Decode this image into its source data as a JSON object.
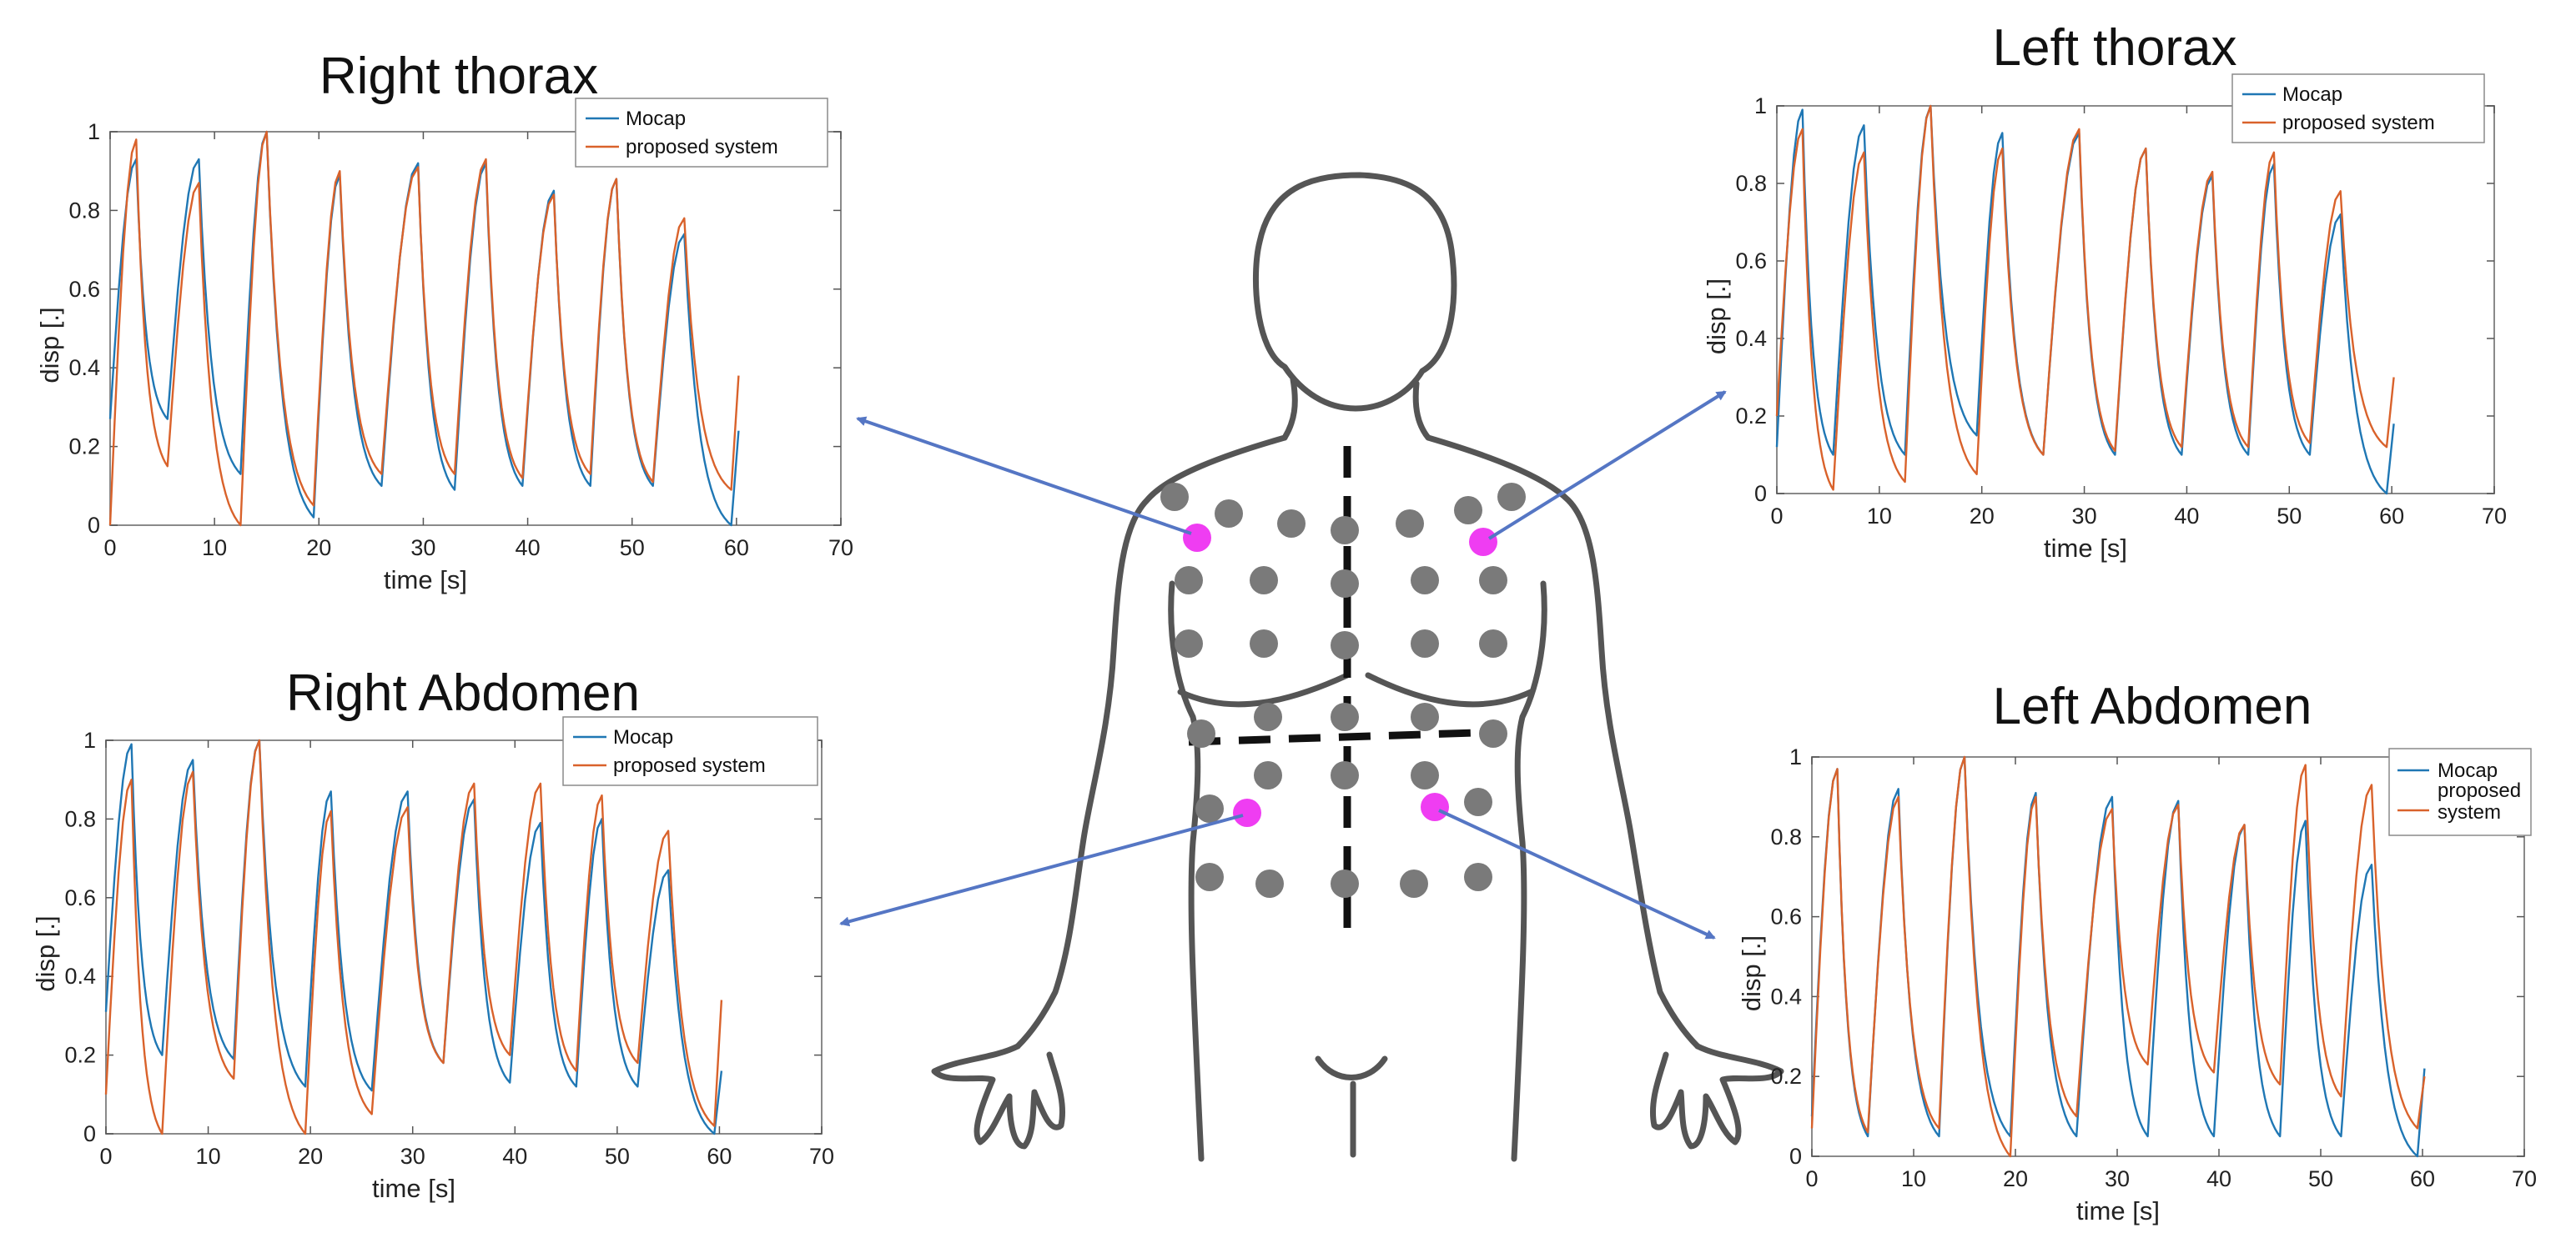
{
  "colors": {
    "mocap": "#1f77b4",
    "proposed": "#d9622b",
    "arrow": "#5576c4",
    "gray_marker": "#7a7a7a",
    "magenta_marker": "#ef3df2",
    "body_outline": "#555555"
  },
  "chart_data": [
    {
      "type": "line",
      "title": "Right thorax",
      "xlabel": "time [s]",
      "ylabel": "disp   [.]",
      "xlim": [
        0,
        70
      ],
      "ylim": [
        0,
        1
      ],
      "xticks": [
        0,
        10,
        20,
        30,
        40,
        50,
        60,
        70
      ],
      "yticks": [
        0,
        0.2,
        0.4,
        0.6,
        0.8,
        1
      ],
      "grid": false,
      "legend": "top-right",
      "series": [
        {
          "name": "Mocap",
          "peaks": [
            [
              2.5,
              0.93
            ],
            [
              8.5,
              0.93
            ],
            [
              15,
              1.0
            ],
            [
              22,
              0.89
            ],
            [
              29.5,
              0.92
            ],
            [
              36,
              0.92
            ],
            [
              42.5,
              0.85
            ],
            [
              48.5,
              0.88
            ],
            [
              55,
              0.74
            ]
          ],
          "troughs": [
            [
              0,
              0.27
            ],
            [
              5.5,
              0.27
            ],
            [
              12.5,
              0.13
            ],
            [
              19.5,
              0.02
            ],
            [
              26,
              0.1
            ],
            [
              33,
              0.09
            ],
            [
              39.5,
              0.1
            ],
            [
              46,
              0.1
            ],
            [
              52,
              0.1
            ],
            [
              59.5,
              0.0
            ]
          ],
          "end": [
            60.2,
            0.24
          ]
        },
        {
          "name": "proposed system",
          "peaks": [
            [
              2.5,
              0.98
            ],
            [
              8.5,
              0.87
            ],
            [
              15,
              1.0
            ],
            [
              22,
              0.9
            ],
            [
              29.5,
              0.91
            ],
            [
              36,
              0.93
            ],
            [
              42.5,
              0.84
            ],
            [
              48.5,
              0.88
            ],
            [
              55,
              0.78
            ]
          ],
          "troughs": [
            [
              0,
              0.0
            ],
            [
              5.5,
              0.15
            ],
            [
              12.5,
              0.0
            ],
            [
              19.5,
              0.05
            ],
            [
              26,
              0.13
            ],
            [
              33,
              0.13
            ],
            [
              39.5,
              0.12
            ],
            [
              46,
              0.13
            ],
            [
              52,
              0.11
            ],
            [
              59.5,
              0.09
            ]
          ],
          "end": [
            60.2,
            0.38
          ]
        }
      ]
    },
    {
      "type": "line",
      "title": "Left thorax",
      "xlabel": "time [s]",
      "ylabel": "disp   [.]",
      "xlim": [
        0,
        70
      ],
      "ylim": [
        0,
        1
      ],
      "xticks": [
        0,
        10,
        20,
        30,
        40,
        50,
        60,
        70
      ],
      "yticks": [
        0,
        0.2,
        0.4,
        0.6,
        0.8,
        1
      ],
      "grid": false,
      "legend": "top-right",
      "series": [
        {
          "name": "Mocap",
          "peaks": [
            [
              2.5,
              0.99
            ],
            [
              8.5,
              0.95
            ],
            [
              15,
              1.0
            ],
            [
              22,
              0.93
            ],
            [
              29.5,
              0.93
            ],
            [
              36,
              0.89
            ],
            [
              42.5,
              0.82
            ],
            [
              48.5,
              0.85
            ],
            [
              55,
              0.72
            ]
          ],
          "troughs": [
            [
              0,
              0.12
            ],
            [
              5.5,
              0.1
            ],
            [
              12.5,
              0.1
            ],
            [
              19.5,
              0.15
            ],
            [
              26,
              0.1
            ],
            [
              33,
              0.1
            ],
            [
              39.5,
              0.1
            ],
            [
              46,
              0.1
            ],
            [
              52,
              0.1
            ],
            [
              59.5,
              0.0
            ]
          ],
          "end": [
            60.2,
            0.18
          ]
        },
        {
          "name": "proposed system",
          "peaks": [
            [
              2.5,
              0.94
            ],
            [
              8.5,
              0.88
            ],
            [
              15,
              1.0
            ],
            [
              22,
              0.89
            ],
            [
              29.5,
              0.94
            ],
            [
              36,
              0.89
            ],
            [
              42.5,
              0.83
            ],
            [
              48.5,
              0.88
            ],
            [
              55,
              0.78
            ]
          ],
          "troughs": [
            [
              0,
              0.2
            ],
            [
              5.5,
              0.01
            ],
            [
              12.5,
              0.03
            ],
            [
              19.5,
              0.05
            ],
            [
              26,
              0.1
            ],
            [
              33,
              0.11
            ],
            [
              39.5,
              0.12
            ],
            [
              46,
              0.12
            ],
            [
              52,
              0.13
            ],
            [
              59.5,
              0.12
            ]
          ],
          "end": [
            60.2,
            0.3
          ]
        }
      ]
    },
    {
      "type": "line",
      "title": "Right Abdomen",
      "xlabel": "time [s]",
      "ylabel": "disp   [.]",
      "xlim": [
        0,
        70
      ],
      "ylim": [
        0,
        1
      ],
      "xticks": [
        0,
        10,
        20,
        30,
        40,
        50,
        60,
        70
      ],
      "yticks": [
        0,
        0.2,
        0.4,
        0.6,
        0.8,
        1
      ],
      "grid": false,
      "legend": "top-right",
      "series": [
        {
          "name": "Mocap",
          "peaks": [
            [
              2.5,
              0.99
            ],
            [
              8.5,
              0.95
            ],
            [
              15,
              1.0
            ],
            [
              22,
              0.87
            ],
            [
              29.5,
              0.87
            ],
            [
              36,
              0.85
            ],
            [
              42.5,
              0.79
            ],
            [
              48.5,
              0.8
            ],
            [
              55,
              0.67
            ]
          ],
          "troughs": [
            [
              0,
              0.31
            ],
            [
              5.5,
              0.2
            ],
            [
              12.5,
              0.19
            ],
            [
              19.5,
              0.12
            ],
            [
              26,
              0.11
            ],
            [
              33,
              0.18
            ],
            [
              39.5,
              0.13
            ],
            [
              46,
              0.12
            ],
            [
              52,
              0.12
            ],
            [
              59.5,
              0.0
            ]
          ],
          "end": [
            60.2,
            0.16
          ]
        },
        {
          "name": "proposed system",
          "peaks": [
            [
              2.5,
              0.9
            ],
            [
              8.5,
              0.92
            ],
            [
              15,
              1.0
            ],
            [
              22,
              0.82
            ],
            [
              29.5,
              0.83
            ],
            [
              36,
              0.89
            ],
            [
              42.5,
              0.89
            ],
            [
              48.5,
              0.86
            ],
            [
              55,
              0.77
            ]
          ],
          "troughs": [
            [
              0,
              0.1
            ],
            [
              5.5,
              0.0
            ],
            [
              12.5,
              0.14
            ],
            [
              19.5,
              0.0
            ],
            [
              26,
              0.05
            ],
            [
              33,
              0.18
            ],
            [
              39.5,
              0.2
            ],
            [
              46,
              0.16
            ],
            [
              52,
              0.18
            ],
            [
              59.5,
              0.02
            ]
          ],
          "end": [
            60.2,
            0.34
          ]
        }
      ]
    },
    {
      "type": "line",
      "title": "Left Abdomen",
      "xlabel": "time [s]",
      "ylabel": "disp   [.]",
      "xlim": [
        0,
        70
      ],
      "ylim": [
        0,
        1
      ],
      "xticks": [
        0,
        10,
        20,
        30,
        40,
        50,
        60,
        70
      ],
      "yticks": [
        0,
        0.2,
        0.4,
        0.6,
        0.8,
        1
      ],
      "grid": false,
      "legend": "top-right",
      "series": [
        {
          "name": "Mocap",
          "peaks": [
            [
              2.5,
              0.97
            ],
            [
              8.5,
              0.92
            ],
            [
              15,
              1.0
            ],
            [
              22,
              0.91
            ],
            [
              29.5,
              0.9
            ],
            [
              36,
              0.89
            ],
            [
              42.5,
              0.83
            ],
            [
              48.5,
              0.84
            ],
            [
              55,
              0.73
            ]
          ],
          "troughs": [
            [
              0,
              0.1
            ],
            [
              5.5,
              0.05
            ],
            [
              12.5,
              0.05
            ],
            [
              19.5,
              0.05
            ],
            [
              26,
              0.05
            ],
            [
              33,
              0.05
            ],
            [
              39.5,
              0.05
            ],
            [
              46,
              0.05
            ],
            [
              52,
              0.05
            ],
            [
              59.5,
              0.0
            ]
          ],
          "end": [
            60.2,
            0.22
          ]
        },
        {
          "name": "proposed system",
          "peaks": [
            [
              2.5,
              0.97
            ],
            [
              8.5,
              0.9
            ],
            [
              15,
              1.0
            ],
            [
              22,
              0.9
            ],
            [
              29.5,
              0.87
            ],
            [
              36,
              0.88
            ],
            [
              42.5,
              0.83
            ],
            [
              48.5,
              0.98
            ],
            [
              55,
              0.93
            ]
          ],
          "troughs": [
            [
              0,
              0.07
            ],
            [
              5.5,
              0.06
            ],
            [
              12.5,
              0.07
            ],
            [
              19.5,
              0.0
            ],
            [
              26,
              0.1
            ],
            [
              33,
              0.23
            ],
            [
              39.5,
              0.21
            ],
            [
              46,
              0.18
            ],
            [
              52,
              0.15
            ],
            [
              59.5,
              0.07
            ]
          ],
          "end": [
            60.2,
            0.2
          ]
        }
      ]
    }
  ]
}
